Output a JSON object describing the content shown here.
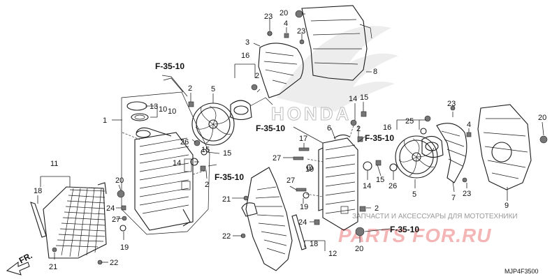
{
  "brand_watermark": "HONDA",
  "shop_banner": "ЗАПЧАСТИ И АКСЕССУАРЫ ДЛЯ МОТОТЕХНИКИ",
  "shop_logo": "PARTS FOR.RU",
  "diagram_code": "MJP4F3500",
  "direction_label": "FR.",
  "ref_labels": [
    "F-35-10",
    "F-35-10",
    "F-35-10",
    "F-35-10",
    "F-35-10"
  ],
  "callouts": [
    "1",
    "2",
    "2",
    "2",
    "2",
    "2",
    "3",
    "4",
    "4",
    "5",
    "5",
    "6",
    "7",
    "8",
    "9",
    "10",
    "10",
    "11",
    "12",
    "13",
    "14",
    "14",
    "14",
    "15",
    "15",
    "15",
    "15",
    "16",
    "16",
    "17",
    "18",
    "18",
    "19",
    "19",
    "19",
    "20",
    "20",
    "20",
    "20",
    "21",
    "21",
    "21",
    "22",
    "22",
    "23",
    "23",
    "23",
    "23",
    "24",
    "24",
    "25",
    "25",
    "26",
    "26",
    "27",
    "27",
    "27"
  ]
}
